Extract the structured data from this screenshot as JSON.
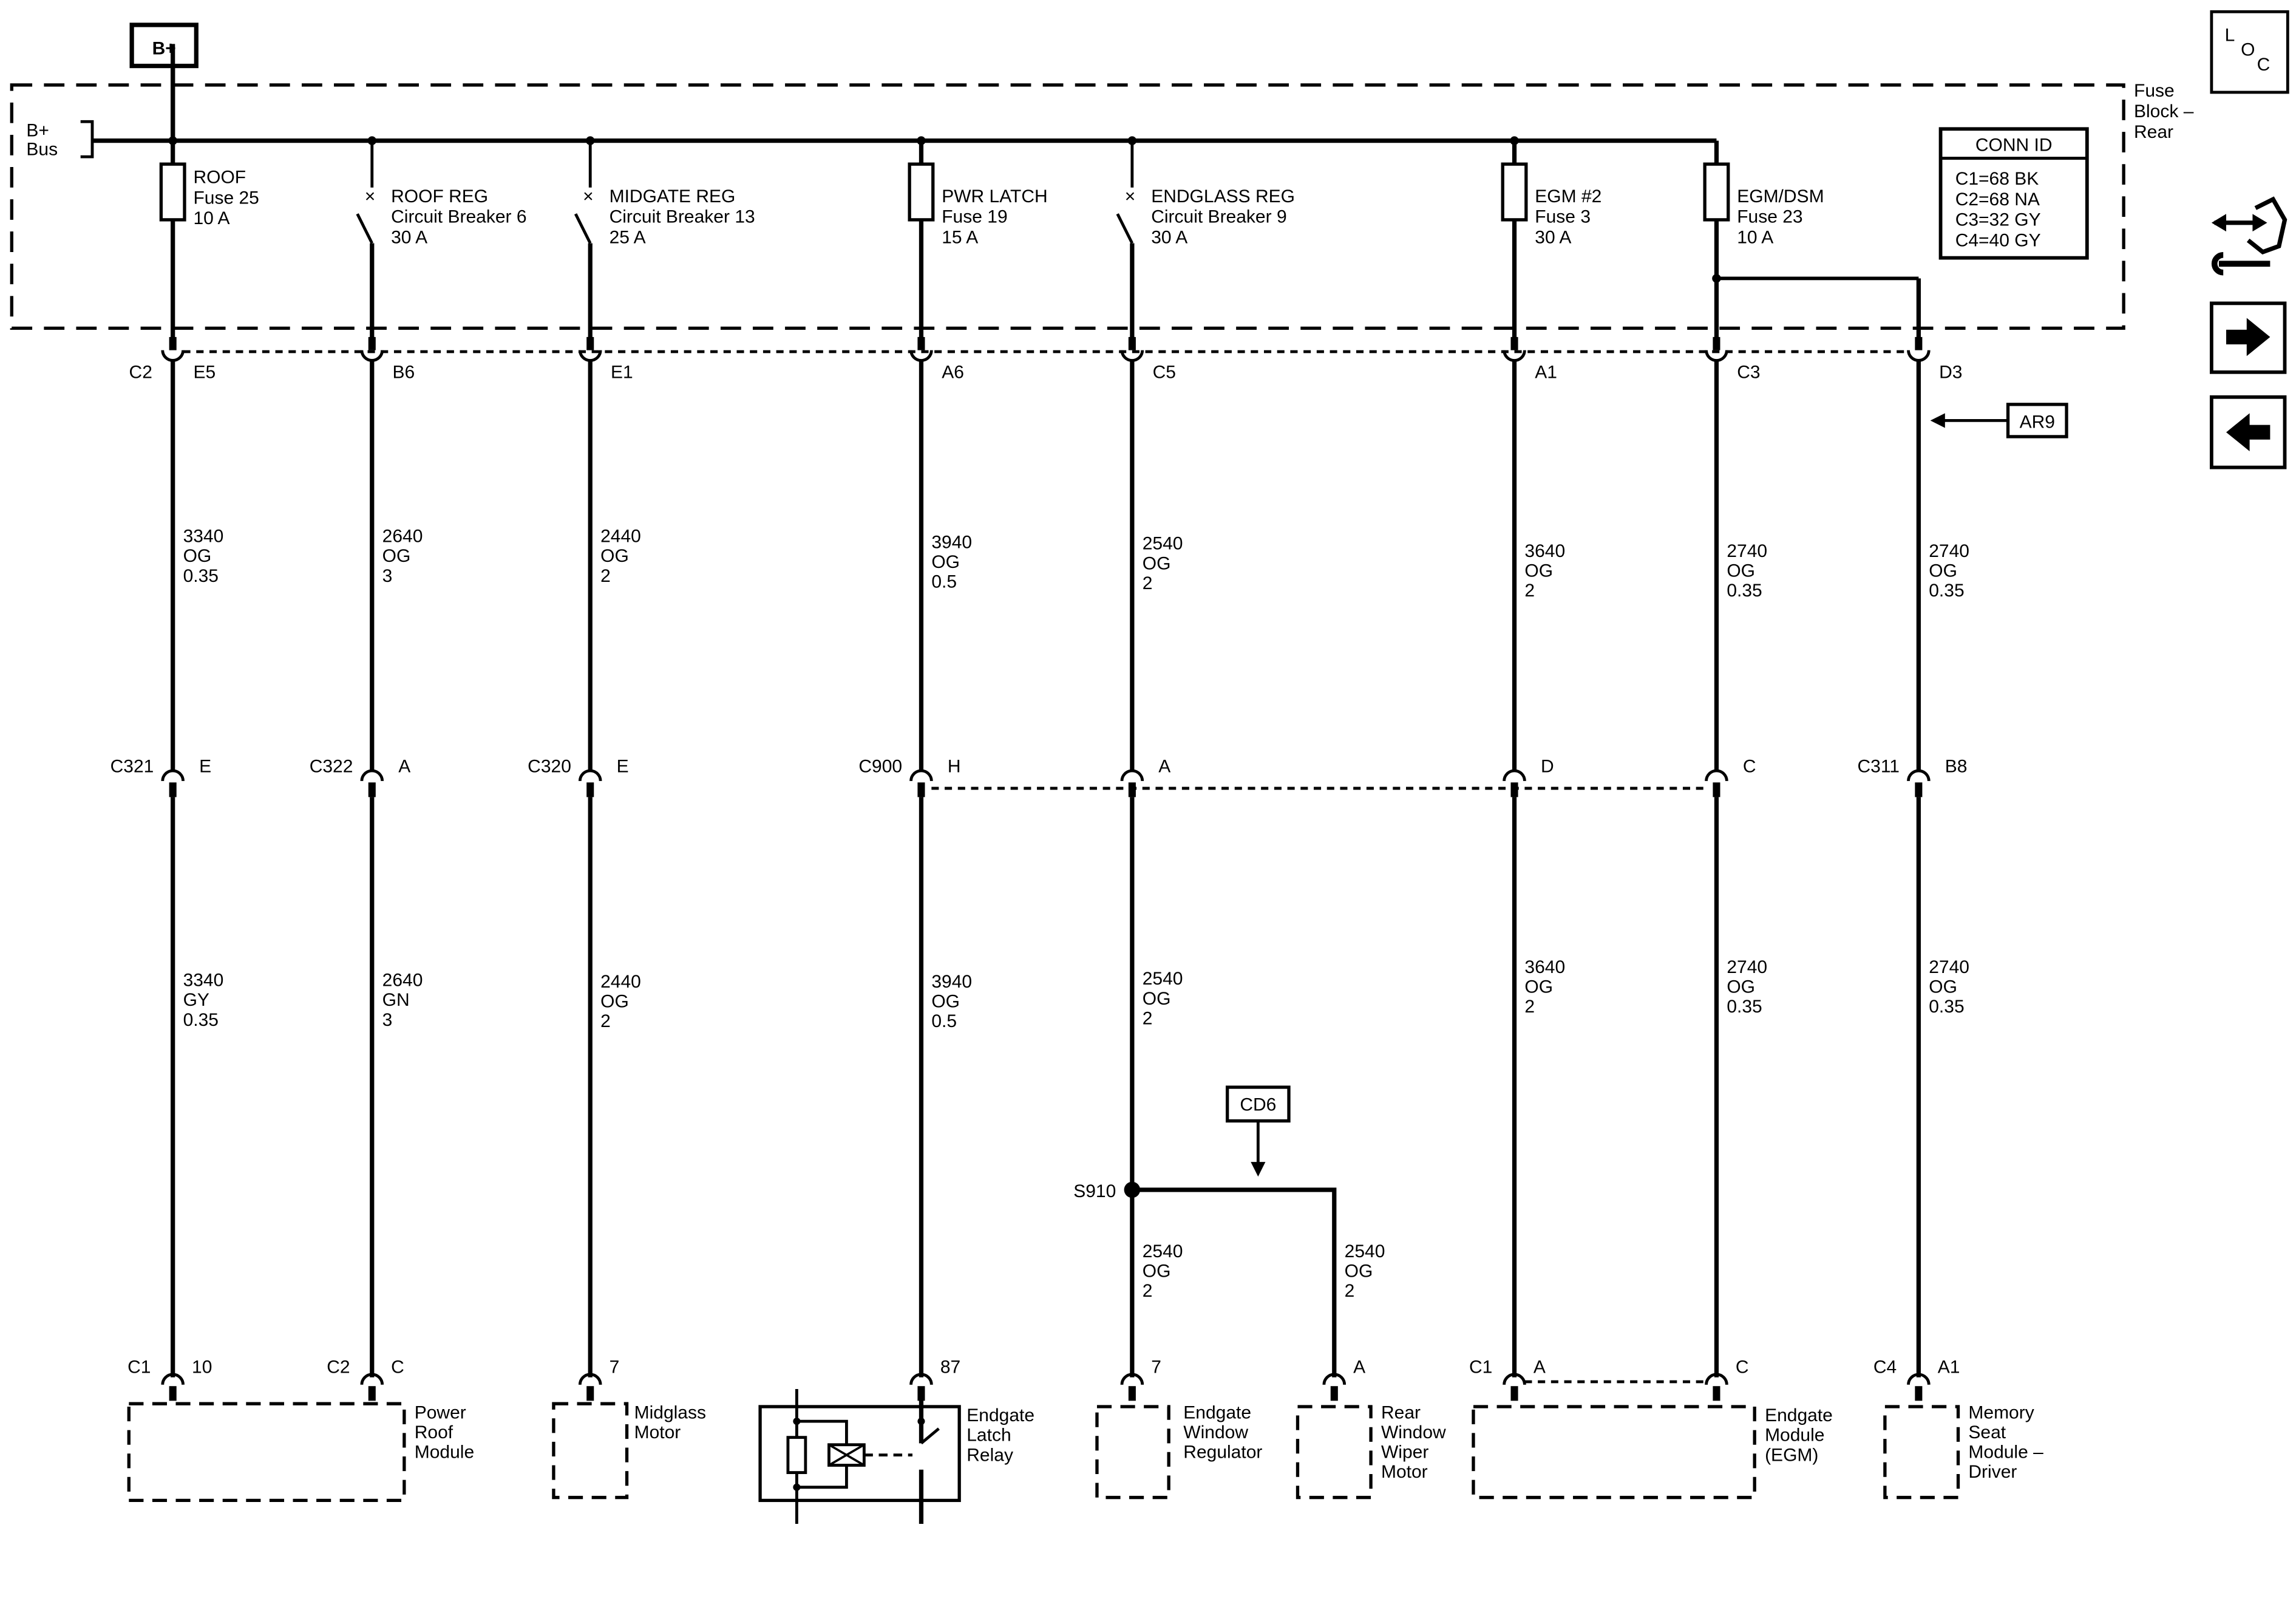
{
  "source": {
    "label": "B+",
    "bus_label": [
      "B+",
      "Bus"
    ]
  },
  "fuse_block": {
    "label": [
      "Fuse",
      "Block –",
      "Rear"
    ]
  },
  "conn_id": {
    "title": "CONN ID",
    "rows": [
      "C1=68 BK",
      "C2=68 NA",
      "C3=32 GY",
      "C4=40 GY"
    ]
  },
  "fuses": [
    {
      "type": "fuse",
      "lines": [
        "ROOF",
        "Fuse 25",
        "10 A"
      ]
    },
    {
      "type": "breaker",
      "lines": [
        "ROOF REG",
        "Circuit Breaker 6",
        "30 A"
      ]
    },
    {
      "type": "breaker",
      "lines": [
        "MIDGATE REG",
        "Circuit Breaker 13",
        "25 A"
      ]
    },
    {
      "type": "fuse",
      "lines": [
        "PWR LATCH",
        "Fuse 19",
        "15 A"
      ]
    },
    {
      "type": "breaker",
      "lines": [
        "ENDGLASS REG",
        "Circuit Breaker 9",
        "30 A"
      ]
    },
    {
      "type": "fuse",
      "lines": [
        "EGM #2",
        "Fuse 3",
        "30 A"
      ]
    },
    {
      "type": "fuse",
      "lines": [
        "EGM/DSM",
        "Fuse 23",
        "10 A"
      ]
    }
  ],
  "block_pins": [
    {
      "conn": "C2",
      "pin": "E5"
    },
    {
      "conn": "",
      "pin": "B6"
    },
    {
      "conn": "",
      "pin": "E1"
    },
    {
      "conn": "",
      "pin": "A6"
    },
    {
      "conn": "",
      "pin": "C5"
    },
    {
      "conn": "",
      "pin": "A1"
    },
    {
      "conn": "",
      "pin": "C3"
    },
    {
      "conn": "",
      "pin": "D3"
    }
  ],
  "upper_wires": [
    [
      "3340",
      "OG",
      "0.35"
    ],
    [
      "2640",
      "OG",
      "3"
    ],
    [
      "2440",
      "OG",
      "2"
    ],
    [
      "3940",
      "OG",
      "0.5"
    ],
    [
      "2540",
      "OG",
      "2"
    ],
    [
      "3640",
      "OG",
      "2"
    ],
    [
      "2740",
      "OG",
      "0.35"
    ],
    [
      "2740",
      "OG",
      "0.35"
    ]
  ],
  "inline_connectors": [
    {
      "conn": "C321",
      "pin": "E"
    },
    {
      "conn": "C322",
      "pin": "A"
    },
    {
      "conn": "C320",
      "pin": "E"
    },
    {
      "conn": "C900",
      "pin": "H"
    },
    {
      "conn": "",
      "pin": "A"
    },
    {
      "conn": "",
      "pin": "D"
    },
    {
      "conn": "",
      "pin": "C"
    },
    {
      "conn": "C311",
      "pin": "B8"
    }
  ],
  "lower_wires": [
    [
      "3340",
      "GY",
      "0.35"
    ],
    [
      "2640",
      "GN",
      "3"
    ],
    [
      "2440",
      "OG",
      "2"
    ],
    [
      "3940",
      "OG",
      "0.5"
    ],
    [
      "2540",
      "OG",
      "2"
    ],
    [
      "3640",
      "OG",
      "2"
    ],
    [
      "2740",
      "OG",
      "0.35"
    ],
    [
      "2740",
      "OG",
      "0.35"
    ]
  ],
  "splice": {
    "label": "S910",
    "ref": "CD6"
  },
  "splice_wires": [
    [
      "2540",
      "OG",
      "2"
    ],
    [
      "2540",
      "OG",
      "2"
    ]
  ],
  "ref_ar9": "AR9",
  "end_pins": [
    {
      "conn": "C1",
      "pin": "10"
    },
    {
      "conn": "C2",
      "pin": "C"
    },
    {
      "conn": "",
      "pin": "7"
    },
    {
      "conn": "",
      "pin": "87"
    },
    {
      "conn": "",
      "pin": "7"
    },
    {
      "conn": "",
      "pin": "A"
    },
    {
      "conn": "C1",
      "pin": "A"
    },
    {
      "conn": "",
      "pin": "C"
    },
    {
      "conn": "C4",
      "pin": "A1"
    }
  ],
  "components": [
    [
      "Power",
      "Roof",
      "Module"
    ],
    [
      "Midglass",
      "Motor"
    ],
    [
      "Endgate",
      "Latch",
      "Relay"
    ],
    [
      "Endgate",
      "Window",
      "Regulator"
    ],
    [
      "Rear",
      "Window",
      "Wiper",
      "Motor"
    ],
    [
      "Endgate",
      "Module",
      "(EGM)"
    ],
    [
      "Memory",
      "Seat",
      "Module –",
      "Driver"
    ]
  ],
  "loc_icon": {
    "letters": [
      "L",
      "O",
      "C"
    ]
  },
  "nav": {
    "schematic_icon": "schematic-icon",
    "next_icon": "arrow-right-icon",
    "prev_icon": "arrow-left-icon"
  }
}
